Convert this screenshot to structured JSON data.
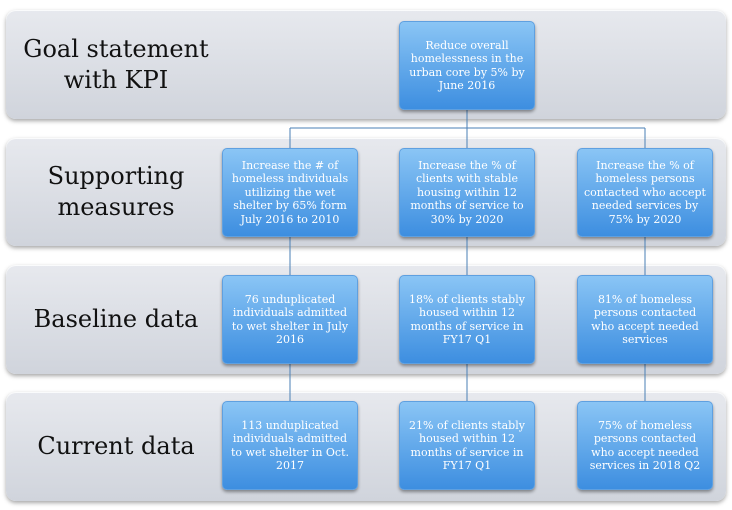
{
  "rows": [
    {
      "label": "Goal statement\nwith KPI"
    },
    {
      "label": "Supporting\nmeasures"
    },
    {
      "label": "Baseline data"
    },
    {
      "label": "Current data"
    }
  ],
  "goal": {
    "text": "Reduce overall homelessness in the urban core by 5% by June 2016"
  },
  "supporting": [
    {
      "text": "Increase the # of homeless individuals utilizing the wet shelter by 65% form July 2016 to 2010"
    },
    {
      "text": "Increase the % of clients with stable housing within 12 months of service to 30% by 2020"
    },
    {
      "text": "Increase the % of homeless persons contacted who accept needed services by 75% by 2020"
    }
  ],
  "baseline": [
    {
      "text": "76 unduplicated individuals admitted to wet shelter in July 2016"
    },
    {
      "text": "18% of clients stably housed within 12 months of service in FY17 Q1"
    },
    {
      "text": "81% of homeless persons contacted who accept needed services"
    }
  ],
  "current": [
    {
      "text": "113 unduplicated individuals admitted to wet shelter in Oct. 2017"
    },
    {
      "text": "21% of clients stably housed within 12 months of service in FY17 Q1"
    },
    {
      "text": "75% of homeless persons contacted who accept needed services in 2018 Q2"
    }
  ],
  "colors": {
    "box_top": "#8ac5f5",
    "box_bottom": "#3d8ee0",
    "band": "#dadde4",
    "line": "#4a7fb5"
  }
}
